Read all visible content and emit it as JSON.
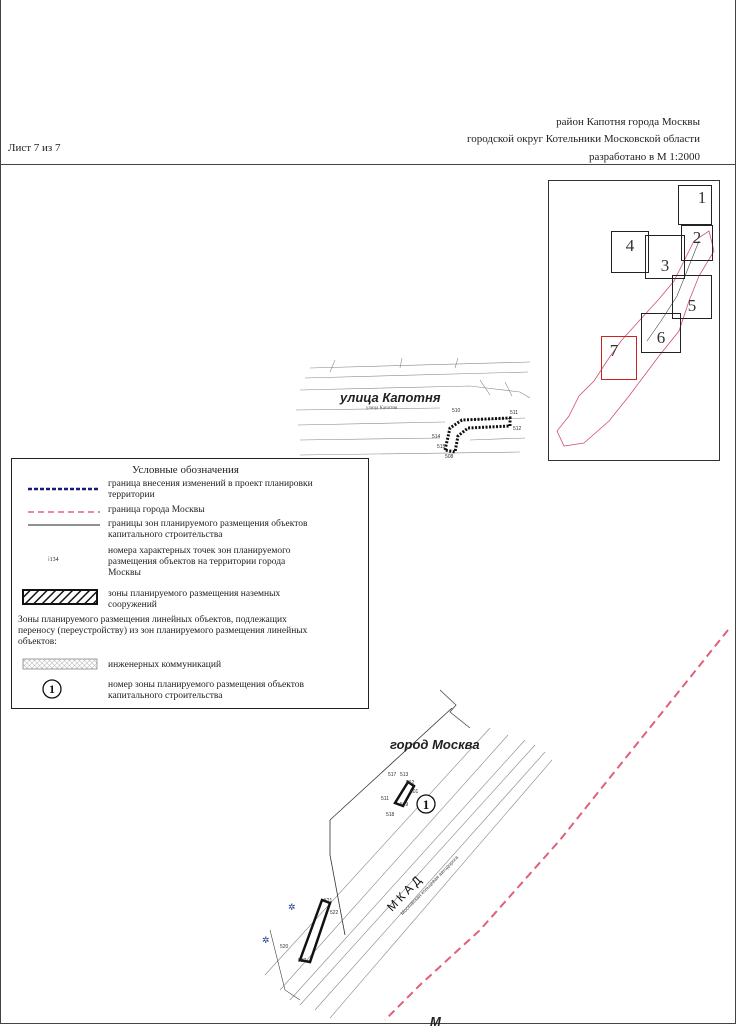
{
  "header": {
    "district": "район Капотня города Москвы",
    "okrug": "городской округ Котельники Московской области",
    "sheet": "Лист 7 из 7",
    "scale": "разработано в М 1:2000"
  },
  "keymap": {
    "sheets": [
      "1",
      "2",
      "3",
      "4",
      "5",
      "6",
      "7"
    ],
    "active_sheet": "7",
    "active_color": "#cc2222"
  },
  "legend": {
    "title": "Условные обозначения",
    "items": [
      {
        "symbol": "dashed-blue-line",
        "text_1": "граница внесения изменений в проект планировки",
        "text_2": "территории"
      },
      {
        "symbol": "dashed-red-line",
        "text_1": "граница города Москвы"
      },
      {
        "symbol": "solid-black-line",
        "text_1": "границы зон планируемого размещения объектов",
        "text_2": "капитального строительства"
      },
      {
        "symbol": "point-number",
        "sample": "134",
        "text_1": "номера характерных точек зон планируемого",
        "text_2": "размещения объектов на территории города",
        "text_3": "Москвы"
      },
      {
        "symbol": "hatched-box",
        "text_1": "зоны планируемого размещения наземных",
        "text_2": "сооружений"
      }
    ],
    "transfer_note_1": "Зоны планируемого размещения линейных объектов, подлежащих",
    "transfer_note_2": "переносу (переустройству) из зон планируемого размещения линейных",
    "transfer_note_3": "объектов:",
    "utility_item": "инженерных коммуникаций",
    "zone_number_symbol": "1",
    "zone_number_text_1": "номер зоны планируемого размещения объектов",
    "zone_number_text_2": "капитального строительства"
  },
  "map": {
    "street_label": "улица Капотня",
    "street_small": "улица Капотня",
    "city_label": "город Москва",
    "road_label": "М К А Д",
    "road_sub": "Московская кольцевая автодорога",
    "zone_marker": "1",
    "bottom_label": "М",
    "colors": {
      "boundary_red": "#e0607a",
      "boundary_blue": "#1a1a7a",
      "zone_hatch": "#111111"
    }
  }
}
